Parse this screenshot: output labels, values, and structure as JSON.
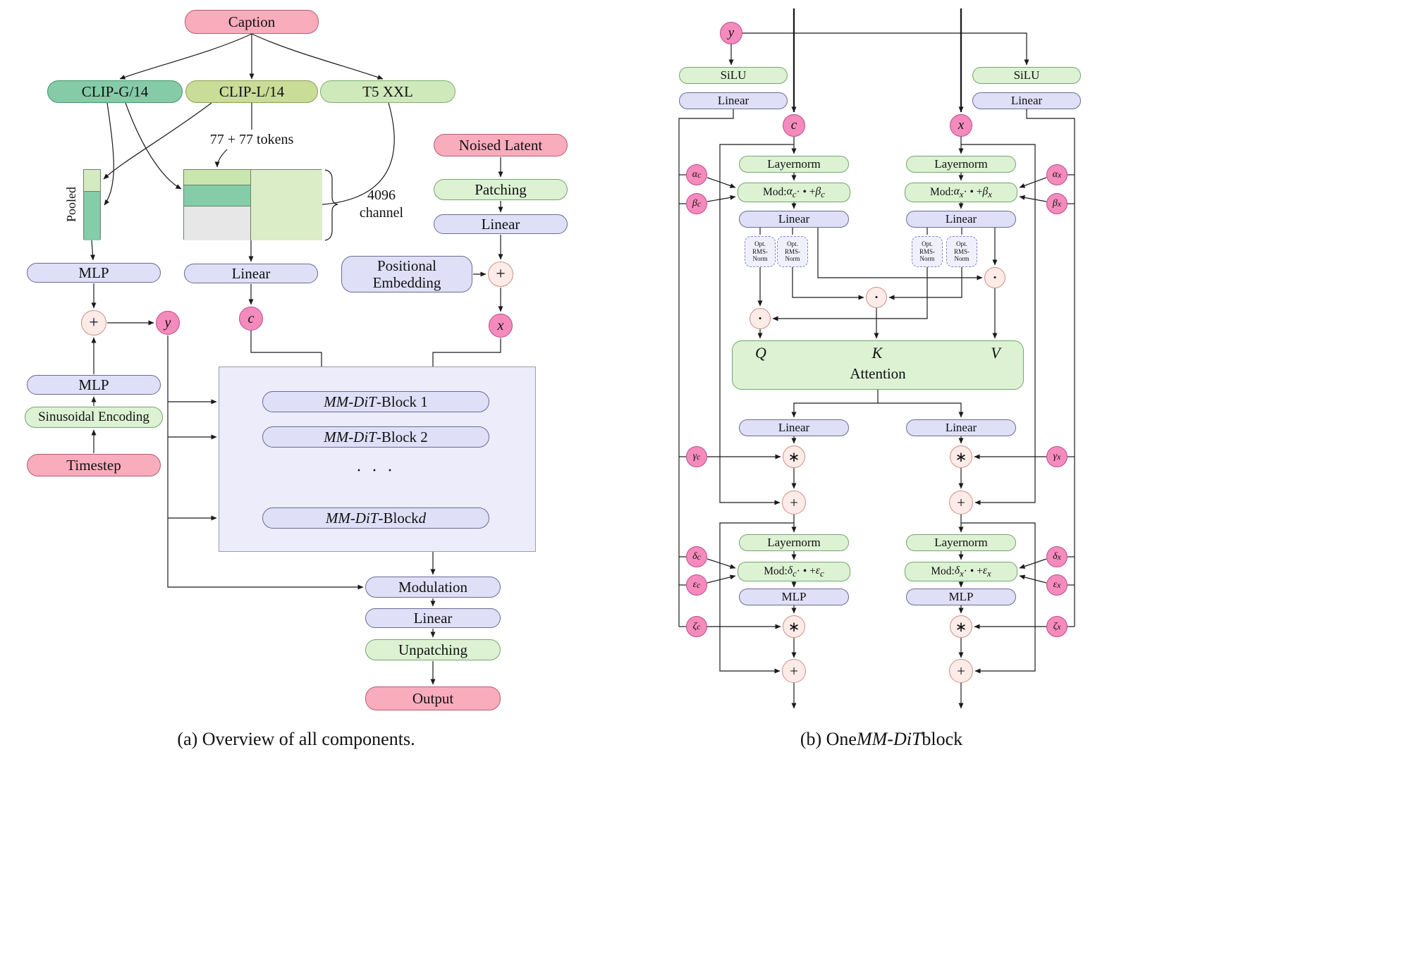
{
  "panel_a": {
    "fig_caption": "(a) Overview of all components.",
    "caption_box": "Caption",
    "clip_g": "CLIP-G/14",
    "clip_l": "CLIP-L/14",
    "t5": "T5 XXL",
    "tokens_label": "77 + 77 tokens",
    "pooled_label": "Pooled",
    "channel_line1": "4096",
    "channel_line2": "channel",
    "noised_latent": "Noised Latent",
    "patching": "Patching",
    "linear_patch": "Linear",
    "positional_embedding": "Positional Embedding",
    "mlp_pooled": "MLP",
    "linear_context": "Linear",
    "mlp_time": "MLP",
    "sinusoidal_encoding": "Sinusoidal Encoding",
    "timestep": "Timestep",
    "plus": "+",
    "y": "y",
    "c": "c",
    "x": "x",
    "block_1_html": "<i>MM-DiT</i>-Block 1",
    "block_2_html": "<i>MM-DiT</i>-Block 2",
    "block_dots": "· · ·",
    "block_d_html": "<i>MM-DiT</i>-Block <i>d</i>",
    "modulation": "Modulation",
    "linear_out": "Linear",
    "unpatching": "Unpatching",
    "output": "Output"
  },
  "panel_b": {
    "fig_caption_html": "(b) One <i>MM-DiT</i> block",
    "y": "y",
    "c": "c",
    "x": "x",
    "silu": "SiLU",
    "linear": "Linear",
    "layernorm": "Layernorm",
    "mlp": "MLP",
    "attention": "Attention",
    "q": "Q",
    "k": "K",
    "v": "V",
    "rms_html": "Opt.<br>RMS-<br>Norm",
    "mod_alpha_c_html": "Mod: <i>α<sub>c</sub></i> · • + <i>β<sub>c</sub></i>",
    "mod_alpha_x_html": "Mod: <i>α<sub>x</sub></i> · • + <i>β<sub>x</sub></i>",
    "mod_delta_c_html": "Mod: <i>δ<sub>c</sub></i> · • + <i>ε<sub>c</sub></i>",
    "mod_delta_x_html": "Mod: <i>δ<sub>x</sub></i> · • + <i>ε<sub>x</sub></i>",
    "alpha_c_html": "α<sub>c</sub>",
    "beta_c_html": "β<sub>c</sub>",
    "gamma_c_html": "γ<sub>c</sub>",
    "delta_c_html": "δ<sub>c</sub>",
    "epsilon_c_html": "ε<sub>c</sub>",
    "zeta_c_html": "ζ<sub>c</sub>",
    "alpha_x_html": "α<sub>x</sub>",
    "beta_x_html": "β<sub>x</sub>",
    "gamma_x_html": "γ<sub>x</sub>",
    "delta_x_html": "δ<sub>x</sub>",
    "epsilon_x_html": "ε<sub>x</sub>",
    "zeta_x_html": "ζ<sub>x</sub>",
    "plus": "+",
    "ast": "∗",
    "odot": "•"
  }
}
